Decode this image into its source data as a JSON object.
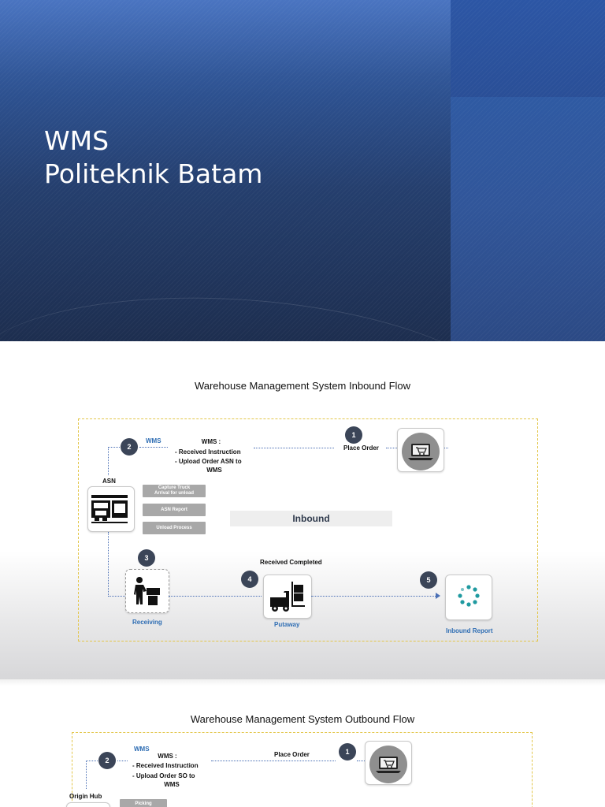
{
  "slide1": {
    "title_line1": "WMS",
    "title_line2": "Politeknik Batam"
  },
  "inbound": {
    "title": "Warehouse Management System Inbound Flow",
    "step1": "1",
    "step2": "2",
    "step3": "3",
    "step4": "4",
    "step5": "5",
    "wms_tag": "WMS",
    "wms_heading": "WMS :",
    "instr1": "-   Received Instruction",
    "instr2": "-   Upload Order ASN to",
    "instr3": "WMS",
    "place_order": "Place Order",
    "asn_label": "ASN",
    "btn_capture_line1": "Capture Truck",
    "btn_capture_line2": "Arrival for unload",
    "btn_asn_report": "ASN Report",
    "btn_unload": "Unload Process",
    "inbound_label": "Inbound",
    "received_completed": "Received Completed",
    "receiving_label": "Receiving",
    "putaway_label": "Putaway",
    "inbound_report_label": "Inbound Report"
  },
  "outbound": {
    "title": "Warehouse Management System  Outbound Flow",
    "step1": "1",
    "step2": "2",
    "wms_tag": "WMS",
    "wms_heading": "WMS :",
    "instr1": "-   Received Instruction",
    "instr2": "-   Upload Order SO to",
    "instr3": "WMS",
    "place_order": "Place Order",
    "origin_hub": "Origin Hub",
    "btn_picking": "Picking"
  },
  "colors": {
    "accent_blue": "#2e6db3",
    "step_circle": "#3b4558",
    "frame_border": "#e3c64a",
    "slide_bg_top": "#3f6cbd",
    "slide_bg_bottom": "#1d2e4f"
  }
}
